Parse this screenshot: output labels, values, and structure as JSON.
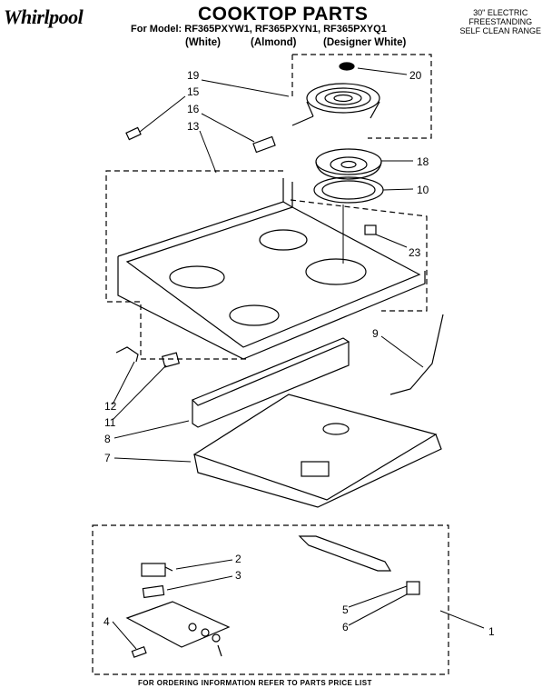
{
  "header": {
    "brand": "Whirlpool",
    "title": "COOKTOP PARTS",
    "models_line": "For Model: RF365PXYW1, RF365PXYN1, RF365PXYQ1",
    "variants": [
      "(White)",
      "(Almond)",
      "(Designer White)"
    ],
    "spec_lines": [
      "30\" ELECTRIC",
      "FREESTANDING",
      "SELF CLEAN RANGE"
    ]
  },
  "footer": "FOR ORDERING INFORMATION REFER TO PARTS PRICE LIST",
  "callouts": [
    "19",
    "15",
    "16",
    "13",
    "20",
    "18",
    "10",
    "23",
    "9",
    "12",
    "11",
    "8",
    "7",
    "2",
    "3",
    "4",
    "5",
    "6",
    "1"
  ]
}
